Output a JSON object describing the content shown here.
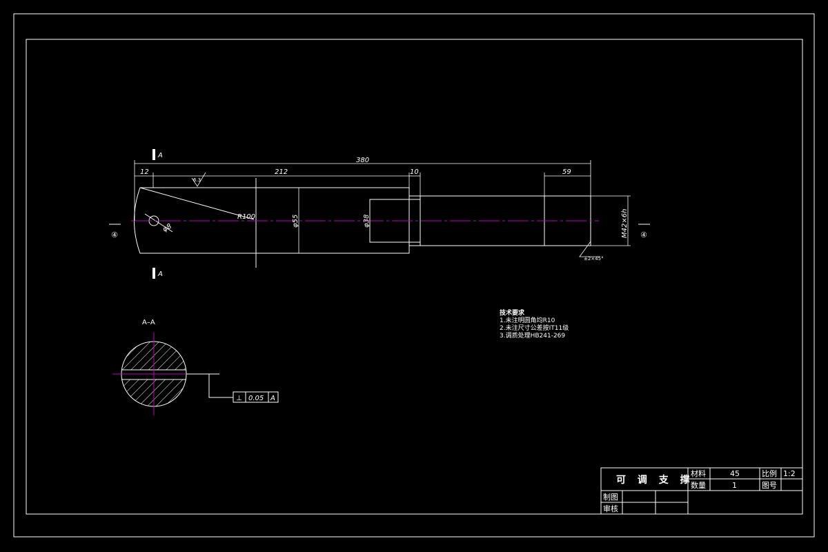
{
  "colors": {
    "background": "#000000",
    "lines": "#ffffff",
    "centerline": "#c000c0"
  },
  "section_marks": {
    "top": "A",
    "bottom": "A",
    "view_title": "A–A"
  },
  "axis_marks": {
    "left": "④",
    "right": "④"
  },
  "dimensions": {
    "total_length": "380",
    "left_offset": "12",
    "main_length": "212",
    "step_length": "10",
    "thread_length": "59",
    "main_diameter": "φ55",
    "bore_diameter": "φ38",
    "hole_diameter": "φ8",
    "radius": "R100",
    "thread_spec": "M42×6h",
    "chamfer": "±2×45°",
    "roughness": "6.3"
  },
  "tolerance_frame": {
    "symbol": "⊥",
    "value": "0.05",
    "datum": "A"
  },
  "notes": {
    "title": "技术要求",
    "lines": [
      "1.未注明圆角均R10",
      "2.未注尺寸公差按IT11级",
      "3.调质处理HB241-269"
    ]
  },
  "title_block": {
    "part_name": "可 调 支 撑",
    "material_label": "材料",
    "material_value": "45",
    "scale_label": "比例",
    "scale_value": "1:2",
    "quantity_label": "数量",
    "quantity_value": "1",
    "drawing_no_label": "图号",
    "drawn_label": "制图",
    "checked_label": "审核"
  }
}
